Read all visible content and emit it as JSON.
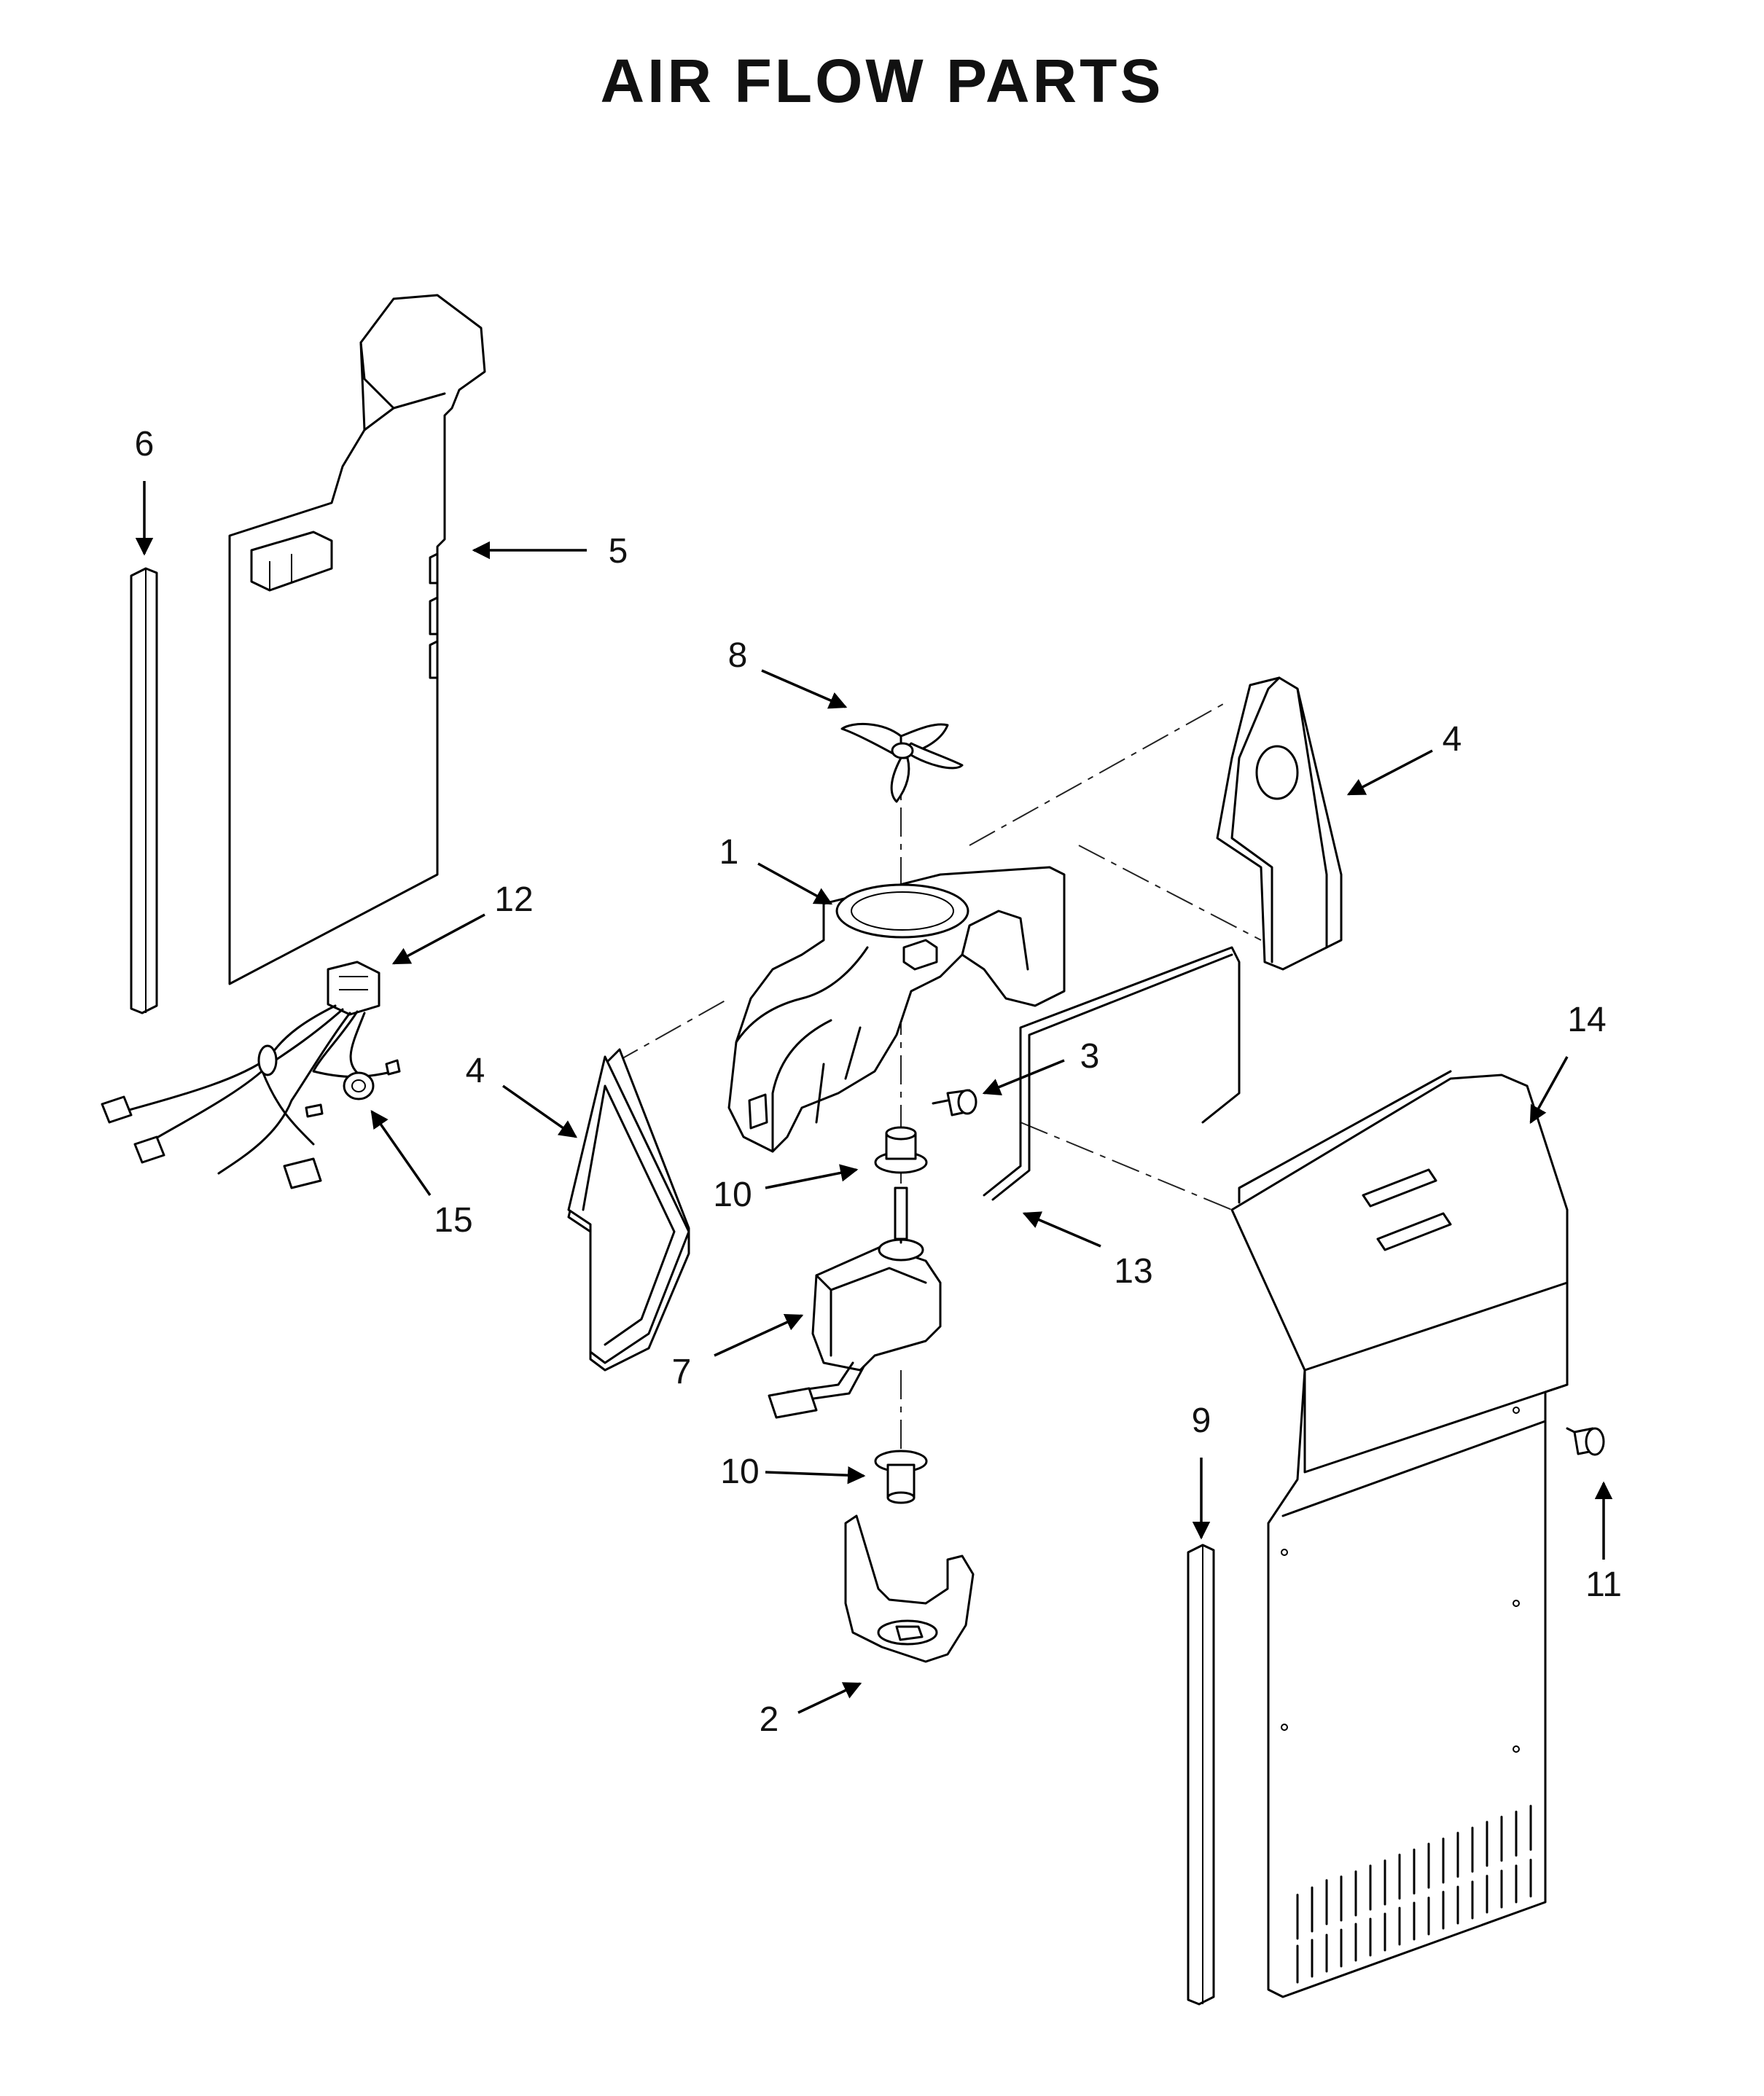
{
  "title": "AIR FLOW PARTS",
  "callouts": [
    {
      "id": "c1",
      "label": "1"
    },
    {
      "id": "c2",
      "label": "2"
    },
    {
      "id": "c3",
      "label": "3"
    },
    {
      "id": "c4a",
      "label": "4"
    },
    {
      "id": "c4b",
      "label": "4"
    },
    {
      "id": "c5",
      "label": "5"
    },
    {
      "id": "c6",
      "label": "6"
    },
    {
      "id": "c7",
      "label": "7"
    },
    {
      "id": "c8",
      "label": "8"
    },
    {
      "id": "c9",
      "label": "9"
    },
    {
      "id": "c10a",
      "label": "10"
    },
    {
      "id": "c10b",
      "label": "10"
    },
    {
      "id": "c11",
      "label": "11"
    },
    {
      "id": "c12",
      "label": "12"
    },
    {
      "id": "c13",
      "label": "13"
    },
    {
      "id": "c14",
      "label": "14"
    },
    {
      "id": "c15",
      "label": "15"
    }
  ]
}
